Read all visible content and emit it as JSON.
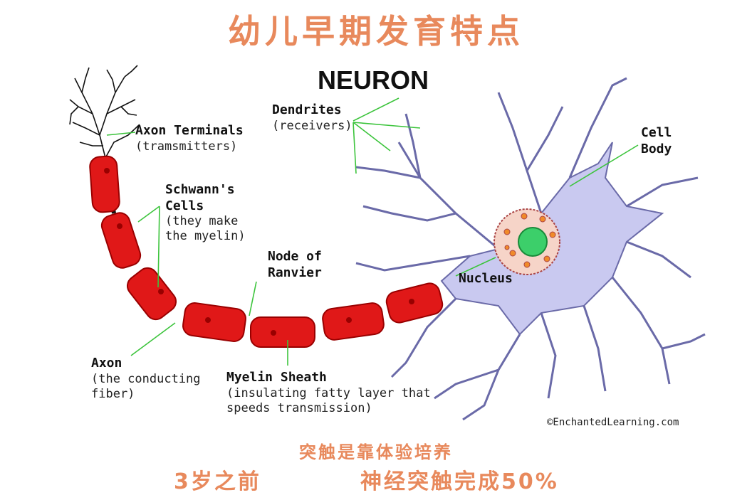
{
  "title": "幼儿早期发育特点",
  "diagram_title": "NEURON",
  "labels": {
    "axon_terminals": {
      "name": "Axon Terminals",
      "note": "(tramsmitters)"
    },
    "dendrites": {
      "name": "Dendrites",
      "note": "(receivers)"
    },
    "cell_body": {
      "line1": "Cell",
      "line2": "Body"
    },
    "schwanns_cells": {
      "line1": "Schwann's",
      "line2": "Cells",
      "note1": "(they make",
      "note2": "the myelin)"
    },
    "node_of_ranvier": {
      "line1": "Node of",
      "line2": "Ranvier"
    },
    "nucleus": {
      "name": "Nucleus"
    },
    "axon": {
      "name": "Axon",
      "note1": "(the conducting",
      "note2": "fiber)"
    },
    "myelin_sheath": {
      "name": "Myelin Sheath",
      "note1": "(insulating fatty layer that",
      "note2": "speeds transmission)"
    }
  },
  "copyright": "©EnchantedLearning.com",
  "footer": {
    "line1": "突触是靠体验培养",
    "left": "3岁之前",
    "right": "神经突触完成50%"
  },
  "colors": {
    "title": "#e8895c",
    "cell_body": "#c9c9f0",
    "myelin": "#e01818",
    "leader_line": "#3cc43c",
    "nucleus": "#3ccf6a"
  }
}
